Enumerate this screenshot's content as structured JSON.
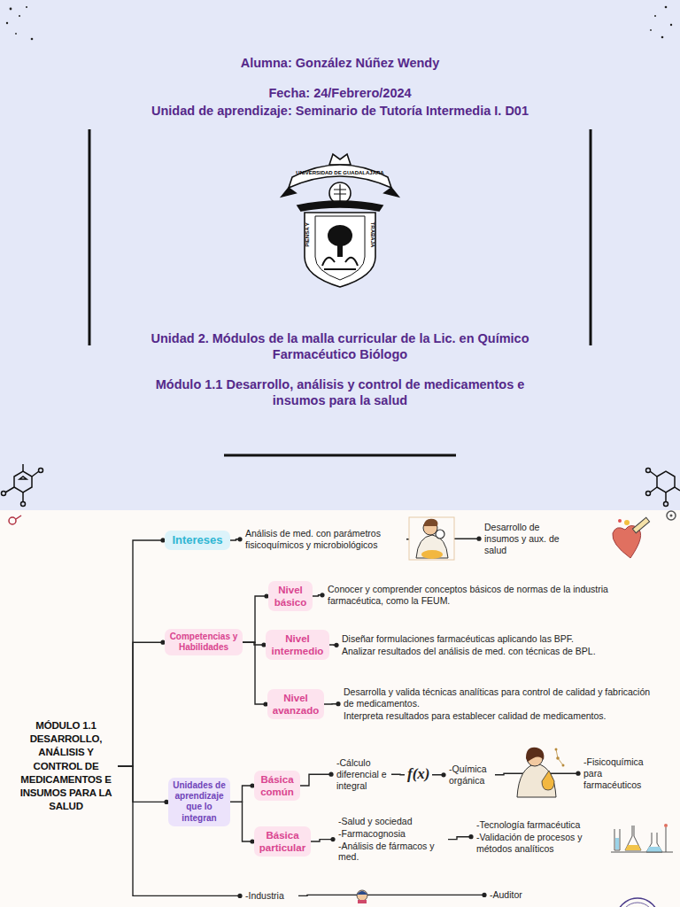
{
  "diagram": {
    "title": "Alumna: González Núñez Wendy",
    "nodes": [
      {
        "text": [
          "MÓDULO 1.1 DESARROLLO, ANÁLISIS Y CONTROL DE MEDICAMENTOS E INSUMOS PARA LA SALUD"
        ]
      },
      {
        "text": [
          "Intereses"
        ]
      },
      {
        "text": [
          "Análisis de med. con parámetros fisicoquímicos y microbiológicos"
        ]
      },
      {
        "text": [
          "Desarrollo de insumos y aux. de salud"
        ]
      },
      {
        "text": [
          "Competencias y Habilidades"
        ]
      },
      {
        "text": [
          "Nivel básico"
        ]
      },
      {
        "text": [
          "Conocer y comprender conceptos básicos de normas de la industria farmacéutica, como la FEUM."
        ]
      },
      {
        "text": [
          "Nivel intermedio"
        ]
      },
      {
        "text": [
          "Diseñar formulaciones farmacéuticas aplicando las BPF.",
          "Analizar resultados del análisis de med. con técnicas de BPL."
        ]
      },
      {
        "text": [
          "Nivel avanzado"
        ]
      },
      {
        "text": [
          "Desarrolla y valida técnicas analíticas para control de calidad y fabricación de medicamentos.",
          "Interpreta resultados para establecer calidad de medicamentos."
        ]
      },
      {
        "text": [
          "Unidades de aprendizaje que lo integran"
        ]
      },
      {
        "text": [
          "Básica común"
        ]
      },
      {
        "text": [
          "-Cálculo diferencial e integral"
        ]
      },
      {
        "text": [
          "-Química orgánica"
        ]
      },
      {
        "text": [
          "-Fisicoquímica para farmacéuticos"
        ]
      },
      {
        "text": [
          "Básica particular"
        ]
      },
      {
        "text": [
          "-Salud y sociedad",
          "-Farmacognosia",
          "-Análisis de fármacos y med."
        ]
      },
      {
        "text": [
          "-Tecnología farmacéutica",
          "-Validación de procesos y métodos analíticos"
        ]
      },
      {
        "text": [
          "-Industria"
        ]
      },
      {
        "text": [
          "-Auditor"
        ]
      }
    ],
    "edges": [
      {
        "from": 0,
        "to": 1,
        "arrow": "none"
      },
      {
        "from": 0,
        "to": 4,
        "arrow": "none"
      },
      {
        "from": 0,
        "to": 11,
        "arrow": "none"
      },
      {
        "from": 0,
        "to": 19,
        "arrow": "none"
      },
      {
        "from": 1,
        "to": 2,
        "arrow": "none"
      },
      {
        "from": 2,
        "to": 3,
        "arrow": "none"
      },
      {
        "from": 4,
        "to": 5,
        "arrow": "none"
      },
      {
        "from": 4,
        "to": 7,
        "arrow": "none"
      },
      {
        "from": 4,
        "to": 9,
        "arrow": "none"
      },
      {
        "from": 5,
        "to": 6,
        "arrow": "none"
      },
      {
        "from": 7,
        "to": 8,
        "arrow": "none"
      },
      {
        "from": 9,
        "to": 10,
        "arrow": "none"
      },
      {
        "from": 11,
        "to": 12,
        "arrow": "none"
      },
      {
        "from": 11,
        "to": 16,
        "arrow": "none"
      },
      {
        "from": 12,
        "to": 13,
        "arrow": "none"
      },
      {
        "from": 13,
        "to": 14,
        "label": "f(x)",
        "arrow": "none"
      },
      {
        "from": 14,
        "to": 15,
        "arrow": "none"
      },
      {
        "from": 16,
        "to": 17,
        "arrow": "none"
      },
      {
        "from": 17,
        "to": 18,
        "arrow": "none"
      },
      {
        "from": 19,
        "to": 20,
        "arrow": "none"
      }
    ],
    "labels": [
      "Fecha: 24/Febrero/2024",
      "Unidad de aprendizaje: Seminario de Tutoría Intermedia I. D01",
      "UNIVERSIDAD DE GUADALAJARA",
      "PIENSA Y",
      "TRABAJA",
      "Unidad 2. Módulos de la malla curricular de la Lic. en Químico Farmacéutico Biólogo",
      "Módulo 1.1 Desarrollo, análisis y control de medicamentos e insumos para la salud"
    ]
  }
}
